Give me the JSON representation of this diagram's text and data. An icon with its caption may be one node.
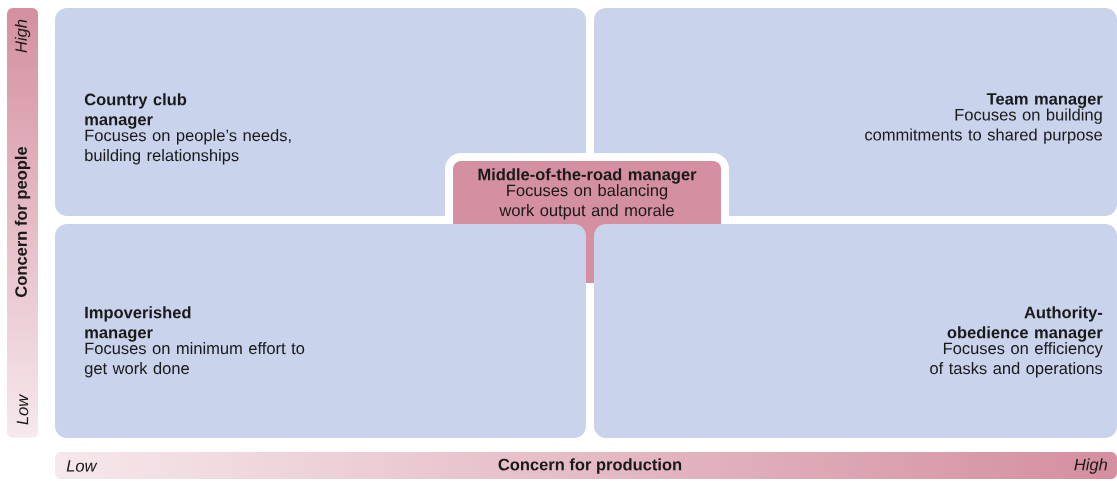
{
  "diagram": {
    "nodes": [
      {
        "text": [
          "Country club manager",
          "Focuses on people’s needs, building relationships"
        ]
      },
      {
        "text": [
          "Team manager",
          "Focuses on building commitments to shared purpose"
        ]
      },
      {
        "text": [
          "Middle-of-the-road manager",
          "Focuses on balancing work output and morale"
        ]
      },
      {
        "text": [
          "Impoverished manager",
          "Focuses on minimum effort to get work done"
        ]
      },
      {
        "text": [
          "Authority-obedience manager",
          "Focuses on efficiency of tasks and operations"
        ]
      }
    ],
    "labels": [
      "High",
      "Concern for people",
      "Low",
      "Low",
      "Concern for production",
      "High"
    ]
  }
}
